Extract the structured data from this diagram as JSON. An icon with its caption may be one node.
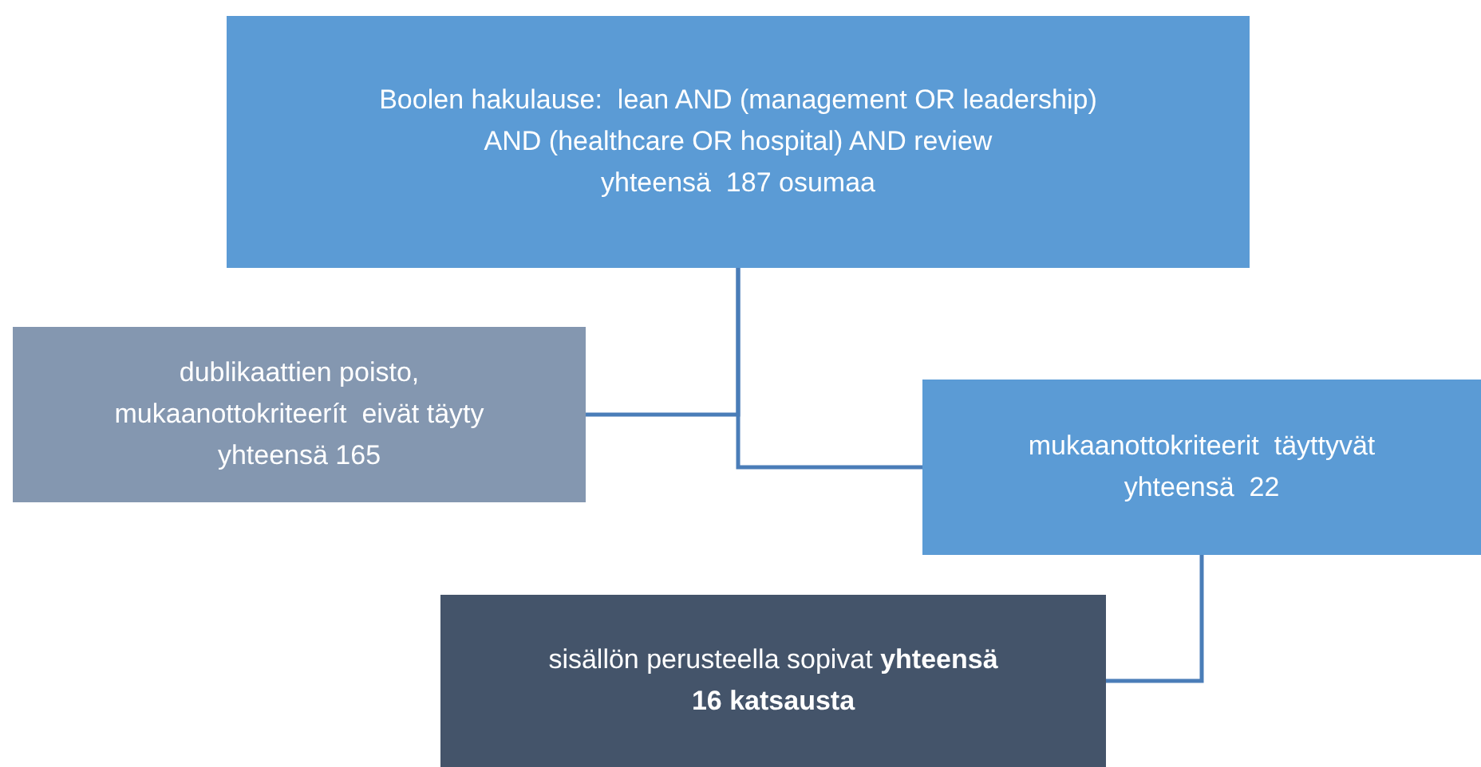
{
  "diagram": {
    "nodes": [
      {
        "text": [
          "Boolen hakulause:  lean AND (management OR leadership) AND (healthcare OR hospital) AND review",
          "yhteensä  187 osumaa"
        ]
      },
      {
        "text": [
          "dublikaattien poisto, mukaanottokriteerít  eivät täyty",
          "yhteensä 165"
        ]
      },
      {
        "text": [
          "mukaanottokriteerit  täyttyvät",
          "yhteensä  22"
        ]
      },
      {
        "text": [
          "sisällön perusteella sopivat **yhteensä 16 katsausta**"
        ]
      }
    ],
    "edges": [
      {
        "from": 0,
        "to": 1,
        "arrow": "none"
      },
      {
        "from": 0,
        "to": 2,
        "arrow": "none"
      },
      {
        "from": 2,
        "to": 3,
        "arrow": "none"
      }
    ]
  }
}
